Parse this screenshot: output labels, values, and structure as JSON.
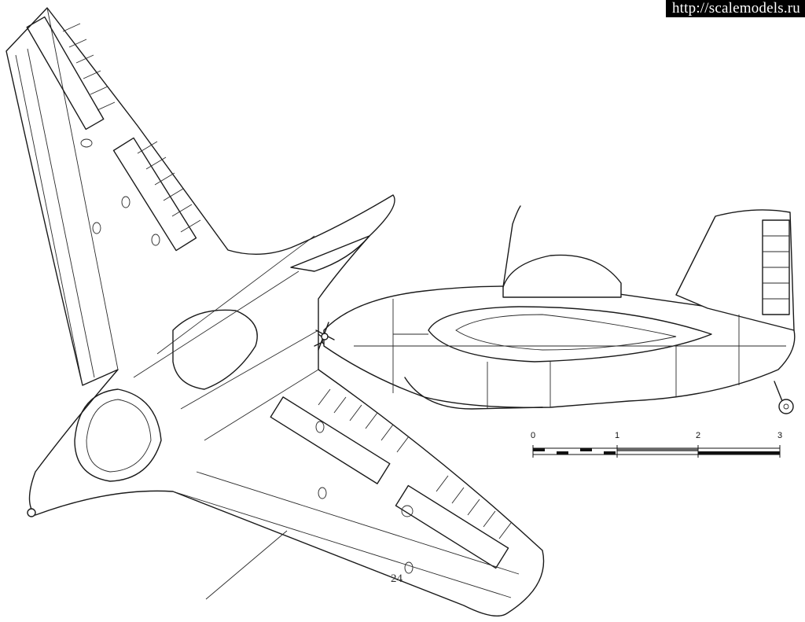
{
  "watermark": {
    "url": "http://scalemodels.ru"
  },
  "page": {
    "number": "24"
  },
  "scale_bar": {
    "labels": [
      "0",
      "1",
      "2",
      "3"
    ]
  },
  "views": [
    "plan-view",
    "side-view"
  ]
}
